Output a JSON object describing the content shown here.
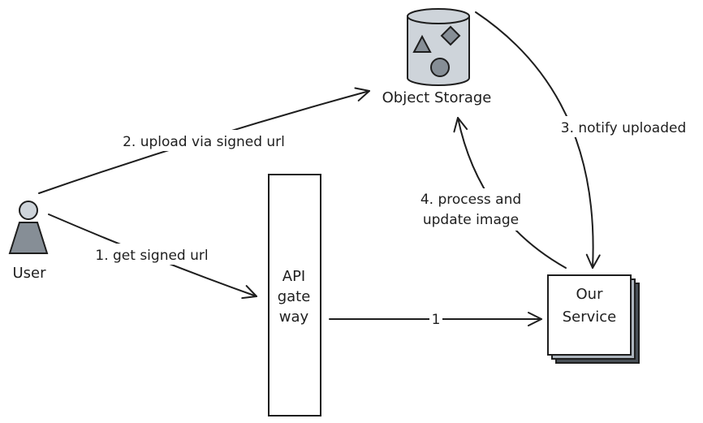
{
  "nodes": {
    "object_storage": {
      "label": "Object Storage"
    },
    "user": {
      "label": "User"
    },
    "api_gateway": {
      "lines": [
        "API",
        "gate",
        "way"
      ]
    },
    "our_service": {
      "lines": [
        "Our",
        "Service"
      ]
    }
  },
  "edges": {
    "upload": {
      "label": "2. upload via signed url"
    },
    "get_url": {
      "label": "1. get signed url"
    },
    "notify": {
      "label": "3. notify uploaded"
    },
    "process": {
      "lines": [
        "4. process and",
        "update image"
      ]
    },
    "gateway_to_service": {
      "label": "1"
    }
  },
  "colors": {
    "stroke": "#1e1e1e",
    "shape_fill": "#868e96",
    "cylinder_fill": "#ced4da",
    "service_shadow": "#495057",
    "background": "#ffffff"
  }
}
